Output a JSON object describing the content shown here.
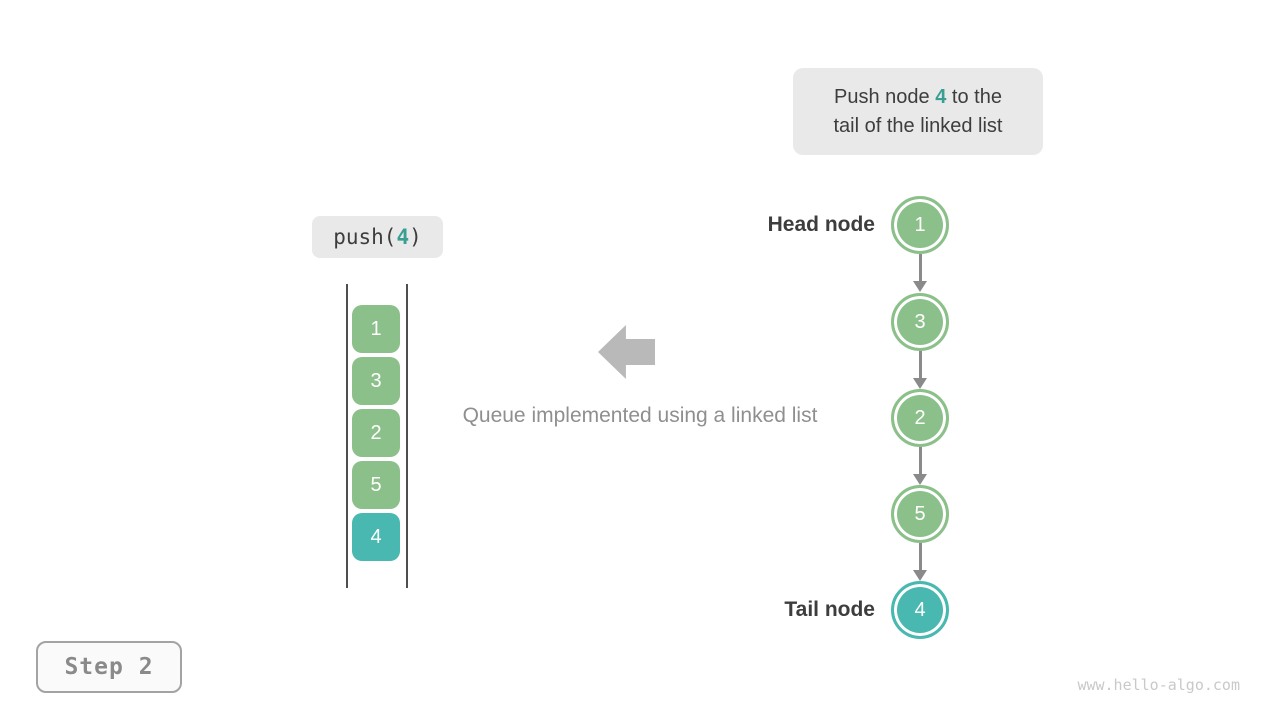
{
  "tooltip": {
    "line1_prefix": "Push node ",
    "highlight": "4",
    "line1_suffix": " to the",
    "line2": "tail of the linked list"
  },
  "code_call": {
    "prefix": "push(",
    "arg": "4",
    "suffix": ")"
  },
  "stack": {
    "items": [
      "1",
      "3",
      "2",
      "5",
      "4"
    ]
  },
  "center": {
    "caption": "Queue implemented using a linked list",
    "arrow_icon": "block-arrow-left"
  },
  "linked_list": {
    "head_label": "Head node",
    "tail_label": "Tail node",
    "nodes": [
      {
        "value": "1",
        "color": "green"
      },
      {
        "value": "3",
        "color": "green"
      },
      {
        "value": "2",
        "color": "green"
      },
      {
        "value": "5",
        "color": "green"
      },
      {
        "value": "4",
        "color": "teal"
      }
    ]
  },
  "step_badge": {
    "label": "Step 2"
  },
  "footer": {
    "website": "www.hello-algo.com"
  },
  "colors": {
    "node_green": "#8CC08A",
    "node_teal": "#48B8B0",
    "highlight_teal": "#3A9E92",
    "box_background": "#E9E9E9",
    "dark_text": "#3D3D3D",
    "gray_text": "#8F8F8F",
    "block_arrow_gray": "#B9B9B9",
    "link_arrow_gray": "#8A8A8A"
  }
}
